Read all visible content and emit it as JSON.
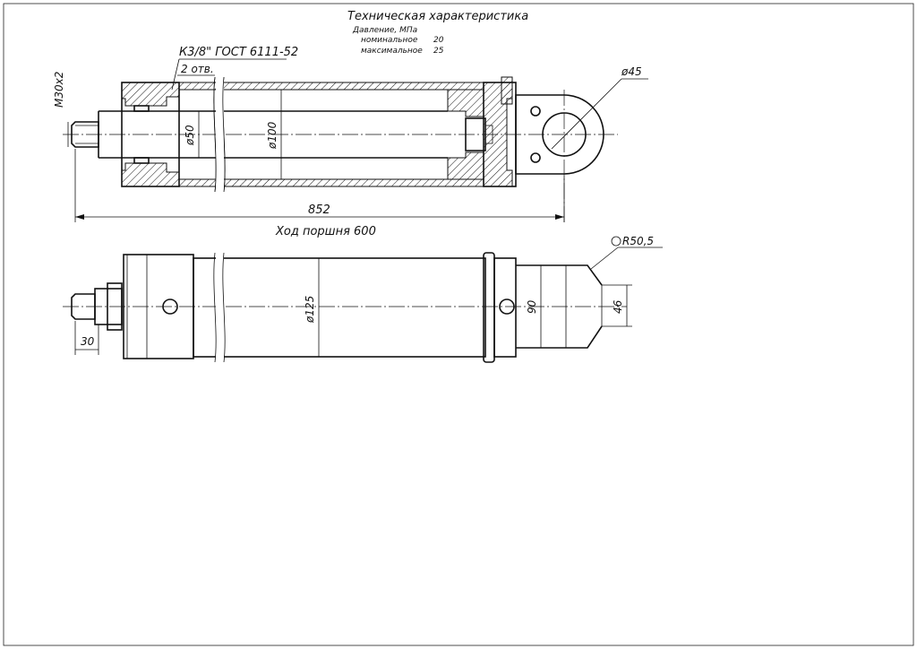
{
  "tech_spec": {
    "title": "Техническая характеристика",
    "pressure_label": "Давление, МПа",
    "nominal_label": "номинальное",
    "nominal_value": "20",
    "max_label": "максимальное",
    "max_value": "25"
  },
  "top_view": {
    "thread_port": "К3/8\" ГОСТ 6111-52",
    "holes_note": "2 отв.",
    "rod_thread": "М30х2",
    "rod_diameter": "ø50",
    "bore_diameter": "ø100",
    "eye_diameter": "ø45",
    "total_length": "852",
    "stroke": "Ход поршня 600"
  },
  "side_view": {
    "tube_diameter": "ø125",
    "eye_radius": "R50,5",
    "fork_width": "90",
    "fork_gap": "46",
    "rod_end_length": "30"
  }
}
